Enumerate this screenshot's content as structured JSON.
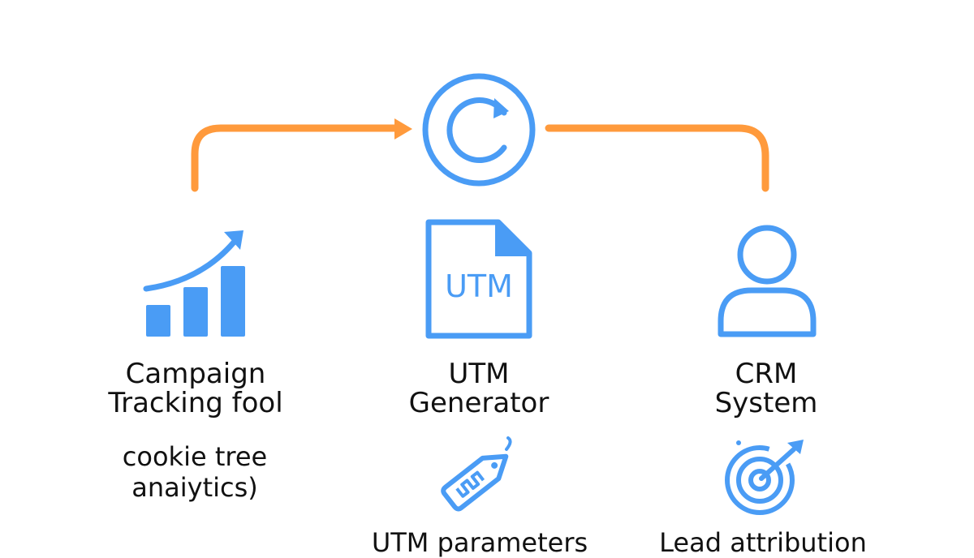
{
  "colors": {
    "icon_blue": "#4A9CF5",
    "connector_orange": "#FF9A3C",
    "text": "#111111",
    "background": "#ffffff"
  },
  "center": {
    "icon": "refresh-circle-icon"
  },
  "columns": [
    {
      "icon": "bar-chart-growth-icon",
      "title_line1": "Campaign",
      "title_line2": "Tracking fool",
      "sub_line1": "cookie tree",
      "sub_line2": "anaiytics)"
    },
    {
      "icon": "utm-document-icon",
      "doc_text": "UTM",
      "title_line1": "UTM",
      "title_line2": "Generator",
      "sub_icon": "tag-icon",
      "sub_text": "UTM parameters"
    },
    {
      "icon": "user-icon",
      "title_line1": "CRM",
      "title_line2": "System",
      "sub_icon": "target-icon",
      "sub_text": "Lead attribution"
    }
  ]
}
